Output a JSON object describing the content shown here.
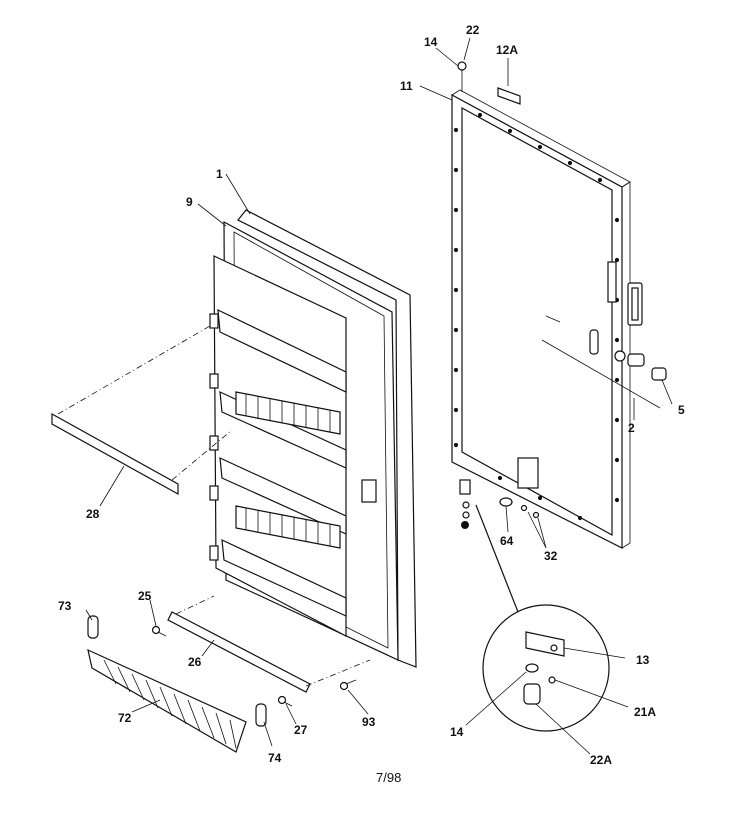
{
  "diagram": {
    "date_code": "7/98",
    "callouts": {
      "c1": "1",
      "c9": "9",
      "c14_top": "14",
      "c22": "22",
      "c12A": "12A",
      "c11": "11",
      "c5": "5",
      "c2": "2",
      "c28": "28",
      "c64": "64",
      "c32": "32",
      "c13": "13",
      "c21A": "21A",
      "c14_detail": "14",
      "c22A": "22A",
      "c73": "73",
      "c25": "25",
      "c26": "26",
      "c72": "72",
      "c74": "74",
      "c27": "27",
      "c93": "93"
    }
  }
}
